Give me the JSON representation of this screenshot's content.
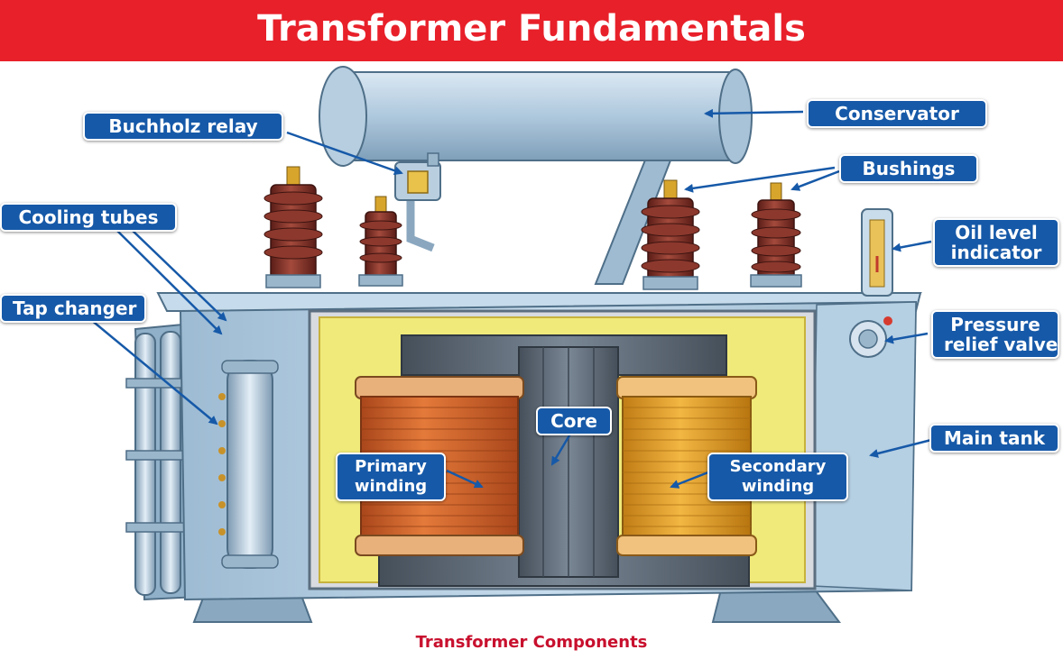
{
  "title": "Transformer Fundamentals",
  "caption": "Transformer Components",
  "colors": {
    "banner": "#e8202a",
    "label_bg": "#1659a8",
    "tank": "#a9c6dc",
    "oil": "#f0ea7a",
    "primary_coil": "#d2662a",
    "secondary_coil": "#e3a02c",
    "bushing": "#7a2a22",
    "core": "#55606c",
    "caption": "#c8102e"
  },
  "labels": {
    "conservator": "Conservator",
    "buchholz_relay": "Buchholz relay",
    "bushings": "Bushings",
    "cooling_tubes": "Cooling tubes",
    "oil_level_indicator": [
      "Oil level",
      "indicator"
    ],
    "tap_changer": "Tap changer",
    "pressure_relief_valve": [
      "Pressure",
      "relief valve"
    ],
    "core": "Core",
    "main_tank": "Main tank",
    "primary_winding": [
      "Primary",
      "winding"
    ],
    "secondary_winding": [
      "Secondary",
      "winding"
    ]
  }
}
